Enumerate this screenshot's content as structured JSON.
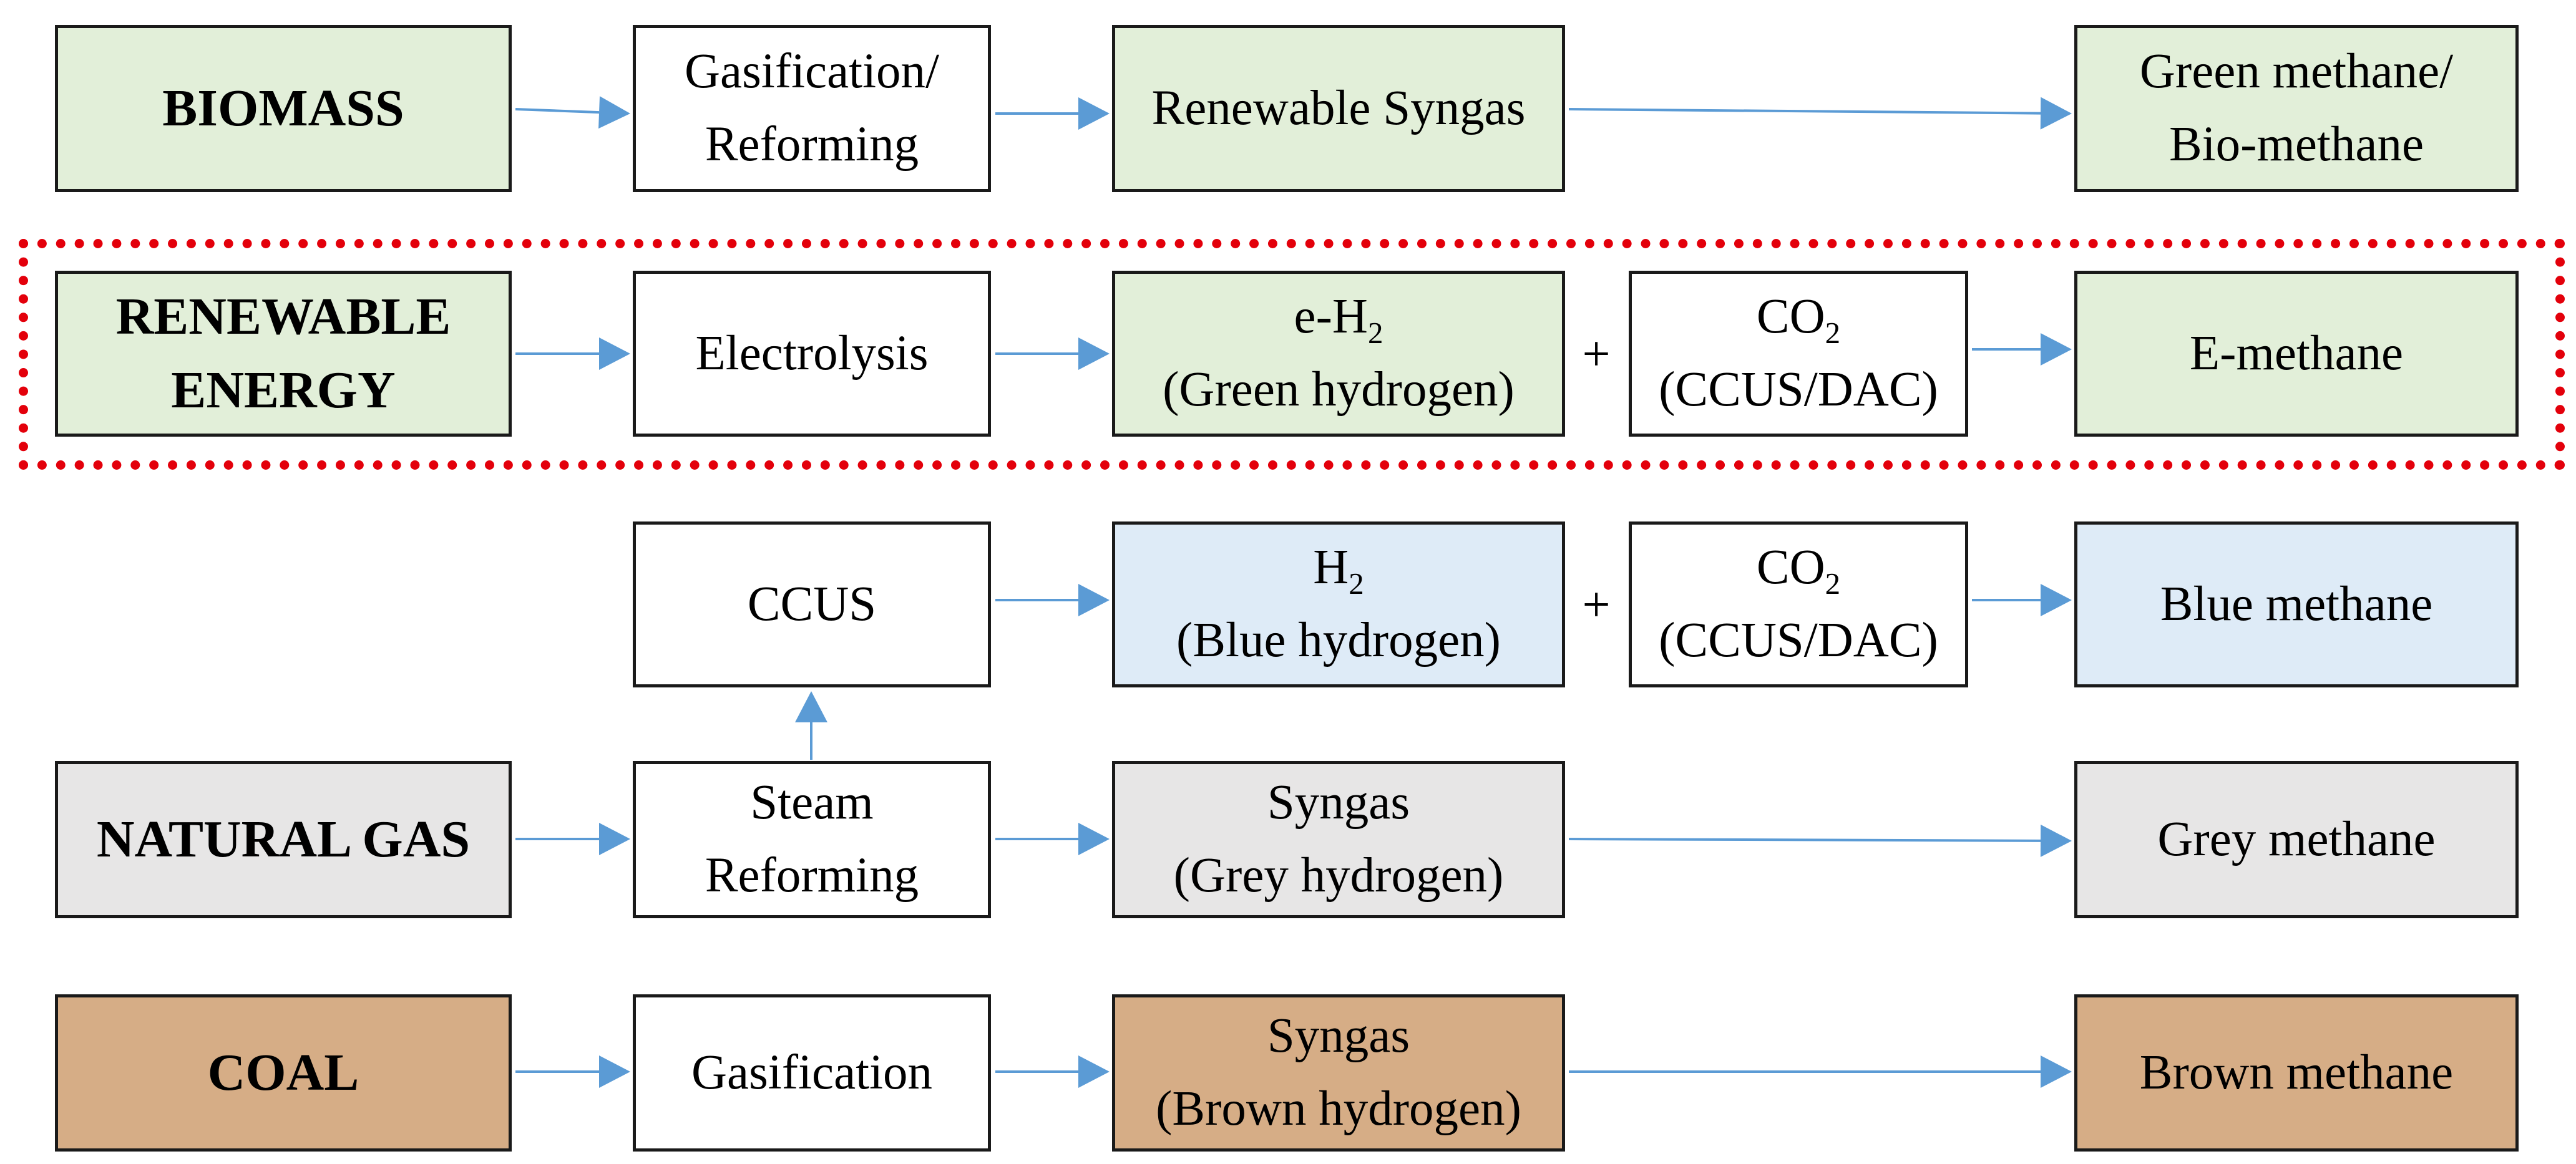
{
  "colors": {
    "green_fill": "#e2efd9",
    "blue_fill": "#deebf7",
    "grey_fill": "#e7e6e6",
    "brown_fill": "#d6ad86",
    "white_fill": "#ffffff",
    "arrow": "#5b9bd5",
    "highlight_border": "#e3000b"
  },
  "rows": {
    "biomass": {
      "source": [
        "BIOMASS"
      ],
      "process": [
        "Gasification/",
        "Reforming"
      ],
      "intermediate": [
        "Renewable Syngas"
      ],
      "product": [
        "Green methane/",
        "Bio-methane"
      ]
    },
    "renewable": {
      "source": [
        "RENEWABLE",
        "ENERGY"
      ],
      "process": [
        "Electrolysis"
      ],
      "intermediate_main": "e-H",
      "intermediate_sub": "2",
      "intermediate_note": "(Green hydrogen)",
      "plus": "+",
      "co2_main": "CO",
      "co2_sub": "2",
      "co2_note": "(CCUS/DAC)",
      "product": [
        "E-methane"
      ]
    },
    "blue": {
      "process": [
        "CCUS"
      ],
      "intermediate_main": "H",
      "intermediate_sub": "2",
      "intermediate_note": "(Blue hydrogen)",
      "plus": "+",
      "co2_main": "CO",
      "co2_sub": "2",
      "co2_note": "(CCUS/DAC)",
      "product": [
        "Blue methane"
      ]
    },
    "natural_gas": {
      "source": [
        "NATURAL GAS"
      ],
      "process": [
        "Steam",
        "Reforming"
      ],
      "intermediate": [
        "Syngas",
        "(Grey hydrogen)"
      ],
      "product": [
        "Grey methane"
      ]
    },
    "coal": {
      "source": [
        "COAL"
      ],
      "process": [
        "Gasification"
      ],
      "intermediate": [
        "Syngas",
        "(Brown hydrogen)"
      ],
      "product": [
        "Brown methane"
      ]
    }
  }
}
